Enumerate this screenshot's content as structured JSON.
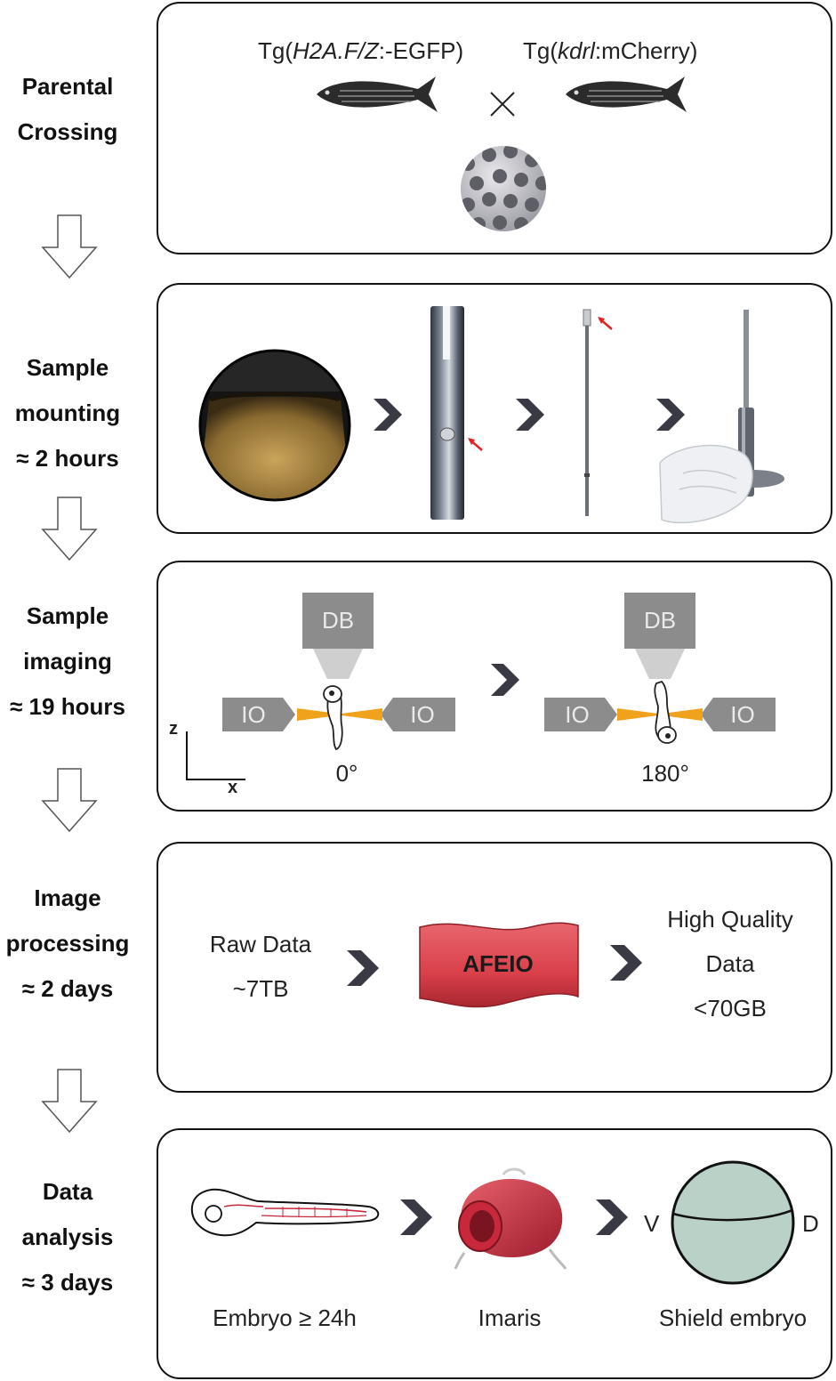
{
  "steps": [
    {
      "label_lines": [
        "Parental",
        "Crossing"
      ]
    },
    {
      "label_lines": [
        "Sample",
        "mounting",
        "≈ 2 hours"
      ]
    },
    {
      "label_lines": [
        "Sample",
        "imaging",
        "≈ 19 hours"
      ]
    },
    {
      "label_lines": [
        "Image",
        "processing",
        "≈ 2 days"
      ]
    },
    {
      "label_lines": [
        "Data",
        "analysis",
        "≈ 3 days"
      ]
    }
  ],
  "crossing": {
    "left_prefix": "Tg(",
    "left_gene": "H2A.F/Z",
    "left_suffix": ":-EGFP)",
    "right_prefix": "Tg(",
    "right_gene": "kdrl",
    "right_suffix": ":mCherry)",
    "cross_symbol": "×"
  },
  "imaging": {
    "detection_label": "DB",
    "illumination_label": "IO",
    "angle_left": "0°",
    "angle_right": "180°",
    "axis_z": "z",
    "axis_x": "x"
  },
  "processing": {
    "input_lines": [
      "Raw Data",
      "~7TB"
    ],
    "tool": "AFEIO",
    "output_lines": [
      "High Quality",
      "Data",
      "<70GB"
    ]
  },
  "analysis": {
    "embryo_label": "Embryo ≥ 24h",
    "imaris_label": "Imaris",
    "shield_label": "Shield embryo",
    "ventral": "V",
    "dorsal": "D"
  },
  "colors": {
    "chevron": "#3a3a45",
    "instrument_gray": "#8c8c8c",
    "light_beam": "#f0a21c",
    "afeio_red": "#d9404a",
    "shield_fill": "#b9d1c6",
    "vessel_red": "#c8283c"
  }
}
